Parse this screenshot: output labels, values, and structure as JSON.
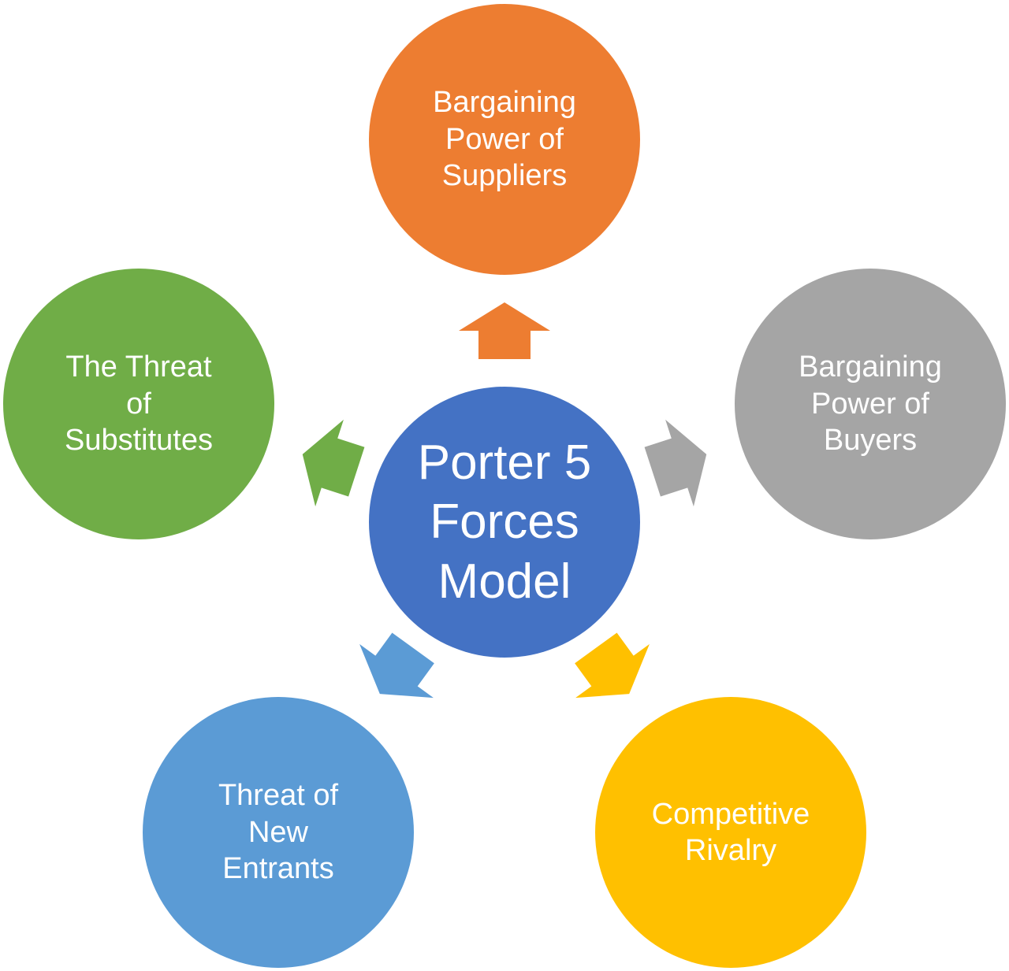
{
  "center": {
    "label": "Porter 5\nForces\nModel",
    "color": "#4472C4"
  },
  "forces": [
    {
      "id": "suppliers",
      "label": "Bargaining\nPower of\nSuppliers",
      "color": "#ED7D31"
    },
    {
      "id": "buyers",
      "label": "Bargaining\nPower of\nBuyers",
      "color": "#A5A5A5"
    },
    {
      "id": "rivalry",
      "label": "Competitive\nRivalry",
      "color": "#FFC000"
    },
    {
      "id": "new-entrants",
      "label": "Threat of\nNew\nEntrants",
      "color": "#5B9BD5"
    },
    {
      "id": "substitutes",
      "label": "The Threat\nof\nSubstitutes",
      "color": "#70AD47"
    }
  ],
  "arrows": [
    {
      "to": "suppliers",
      "color": "#ED7D31",
      "icon": "arrow-up-icon"
    },
    {
      "to": "buyers",
      "color": "#A5A5A5",
      "icon": "arrow-right-icon"
    },
    {
      "to": "rivalry",
      "color": "#FFC000",
      "icon": "arrow-down-right-icon"
    },
    {
      "to": "new-entrants",
      "color": "#5B9BD5",
      "icon": "arrow-down-left-icon"
    },
    {
      "to": "substitutes",
      "color": "#70AD47",
      "icon": "arrow-left-icon"
    }
  ]
}
